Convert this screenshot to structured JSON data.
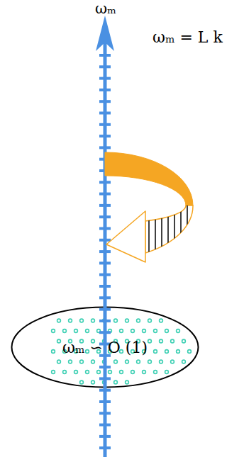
{
  "diagram": {
    "nodes": [
      {
        "text": [
          "ωₘ ∽ O (1)"
        ]
      }
    ],
    "labels": [
      "ωₘ",
      "ωₘ = L k"
    ]
  }
}
